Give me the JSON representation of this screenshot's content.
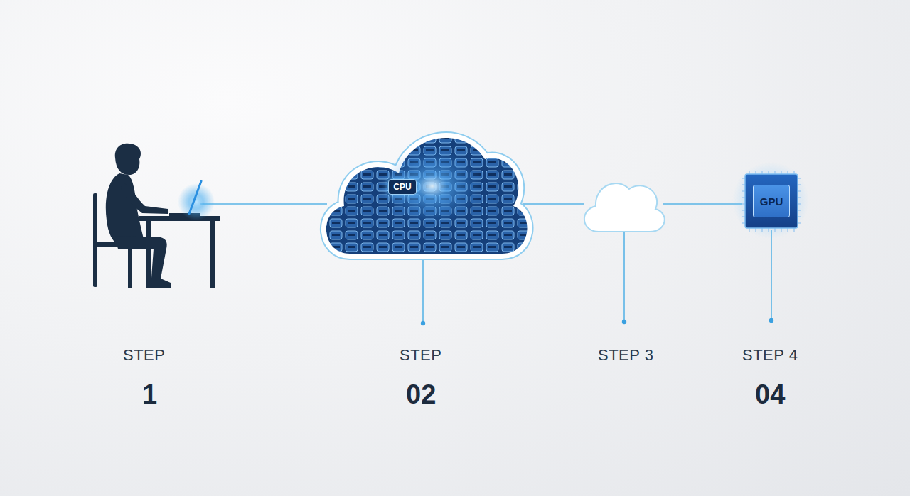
{
  "diagram": {
    "nodes": [
      {
        "text": [
          "CPU"
        ]
      },
      {
        "text": [
          "GPU"
        ]
      }
    ],
    "labels": [
      "STEP",
      "1",
      "STEP",
      "02",
      "STEP 3",
      "STEP 4",
      "04"
    ]
  }
}
